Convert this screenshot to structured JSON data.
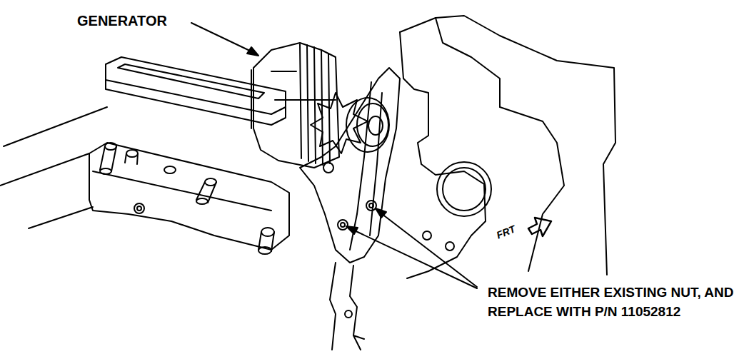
{
  "diagram": {
    "labels": [
      "GENERATOR",
      "FRT",
      "REMOVE EITHER EXISTING NUT, AND REPLACE WITH P/N 11052812"
    ]
  }
}
